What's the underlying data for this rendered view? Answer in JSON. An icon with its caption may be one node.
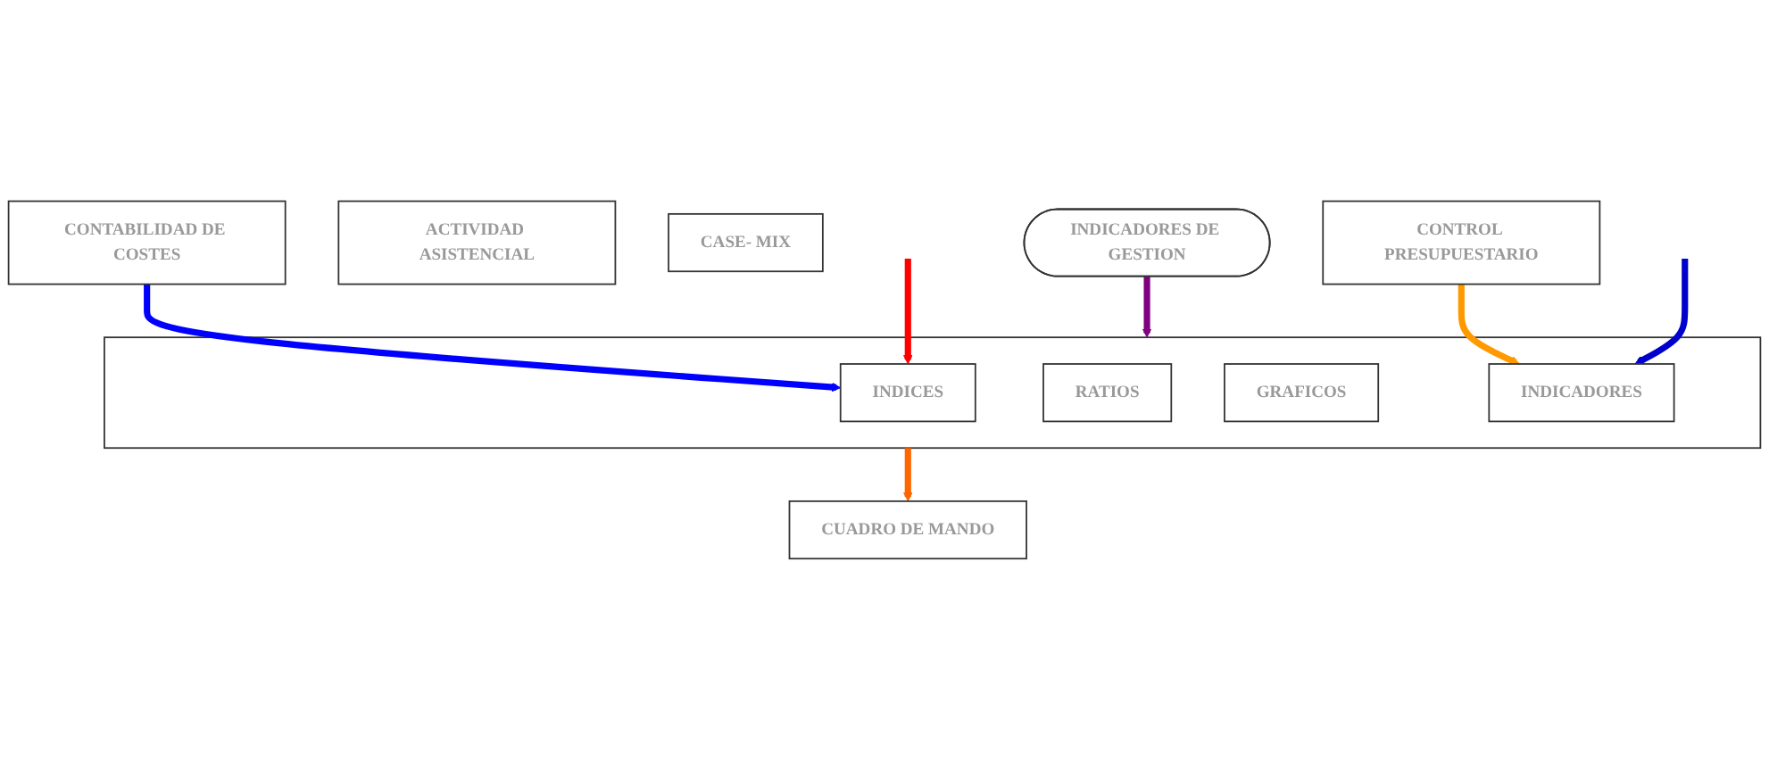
{
  "diagram": {
    "nodes": [
      {
        "text": [
          "CONTABILIDAD DE COSTES"
        ]
      },
      {
        "text": [
          "ACTIVIDAD ASISTENCIAL"
        ]
      },
      {
        "text": [
          "CASE- MIX"
        ]
      },
      {
        "text": [
          "CONTROL PRESUPUESTARIO"
        ]
      },
      {
        "text": [
          "INDICADORES DE GESTION"
        ]
      },
      {
        "text": [],
        "shape": "box"
      },
      {
        "text": [
          "INDICES"
        ],
        "in": 5
      },
      {
        "text": [
          "RATIOS"
        ],
        "in": 5
      },
      {
        "text": [
          "GRAFICOS"
        ],
        "in": 5
      },
      {
        "text": [
          "INDICADORES"
        ],
        "in": 5
      },
      {
        "text": [
          "CUADRO DE MANDO"
        ]
      }
    ],
    "edges": [
      {
        "from": 0,
        "to": 6,
        "arrow": "to",
        "color": "#0000ff"
      },
      {
        "from": 3,
        "to": 9,
        "arrow": "to",
        "color": "#ff9900"
      },
      {
        "from": 4,
        "to": 5,
        "arrow": "to",
        "color": "#800080"
      },
      {
        "from": null,
        "to": 6,
        "arrow": "to",
        "color": "#ff0000"
      },
      {
        "from": null,
        "to": 9,
        "arrow": "to",
        "color": "#0000cc"
      },
      {
        "from": 5,
        "to": 10,
        "arrow": "to",
        "color": "#ff6600"
      }
    ]
  }
}
